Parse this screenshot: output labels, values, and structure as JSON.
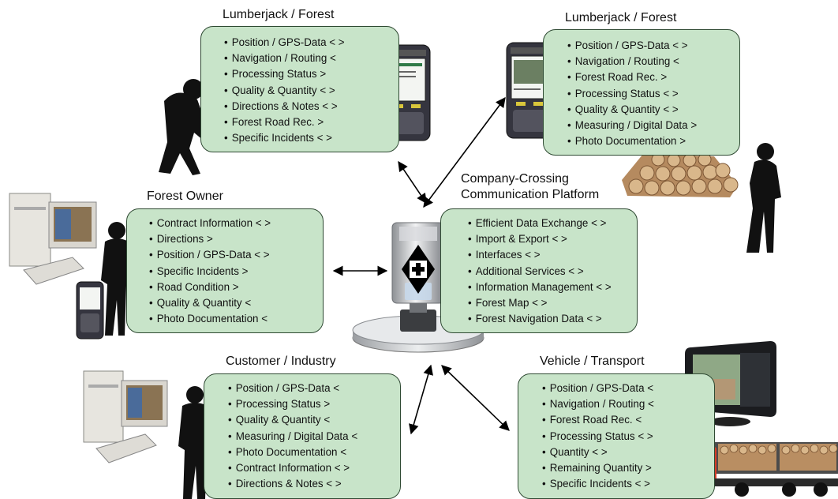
{
  "diagram": {
    "center": {
      "title_line1": "Company-Crossing",
      "title_line2": "Communication Platform",
      "items": [
        "Efficient Data Exchange < >",
        "Import & Export < >",
        "Interfaces < >",
        "Additional Services < >",
        "Information Management < >",
        "Forest Map < >",
        "Forest Navigation Data < >"
      ]
    },
    "lumberjack_left": {
      "title": "Lumberjack / Forest",
      "items": [
        "Position / GPS-Data < >",
        "Navigation / Routing <",
        "Processing Status >",
        "Quality & Quantity < >",
        "Directions & Notes < >",
        "Forest Road Rec. >",
        "Specific Incidents < >"
      ]
    },
    "lumberjack_right": {
      "title": "Lumberjack / Forest",
      "items": [
        "Position / GPS-Data < >",
        "Navigation / Routing <",
        "Forest Road Rec. >",
        "Processing Status < >",
        "Quality & Quantity < >",
        "Measuring / Digital Data >",
        "Photo Documentation >"
      ]
    },
    "forest_owner": {
      "title": "Forest Owner",
      "items": [
        "Contract Information < >",
        "Directions >",
        "Position / GPS-Data < >",
        "Specific Incidents >",
        "Road Condition >",
        "Quality & Quantity <",
        "Photo Documentation <"
      ]
    },
    "customer_industry": {
      "title": "Customer / Industry",
      "items": [
        "Position / GPS-Data <",
        "Processing Status >",
        "Quality & Quantity <",
        "Measuring / Digital Data <",
        "Photo Documentation <",
        "Contract Information < >",
        "Directions & Notes < >"
      ]
    },
    "vehicle_transport": {
      "title": "Vehicle / Transport",
      "items": [
        "Position / GPS-Data <",
        "Navigation / Routing <",
        "Forest Road Rec. <",
        "Processing Status < >",
        "Quantity < >",
        "Remaining Quantity >",
        "Specific Incidents < >"
      ]
    },
    "colors": {
      "box_fill": "#c8e4c9",
      "box_border": "#2f4a33",
      "silhouette": "#111111",
      "logo": "#000000"
    },
    "icons": [
      "handheld-device-icon",
      "person-silhouette-icon",
      "desktop-computer-icon",
      "server-tower-icon",
      "log-pile-icon",
      "truck-icon",
      "navigation-display-icon"
    ]
  }
}
